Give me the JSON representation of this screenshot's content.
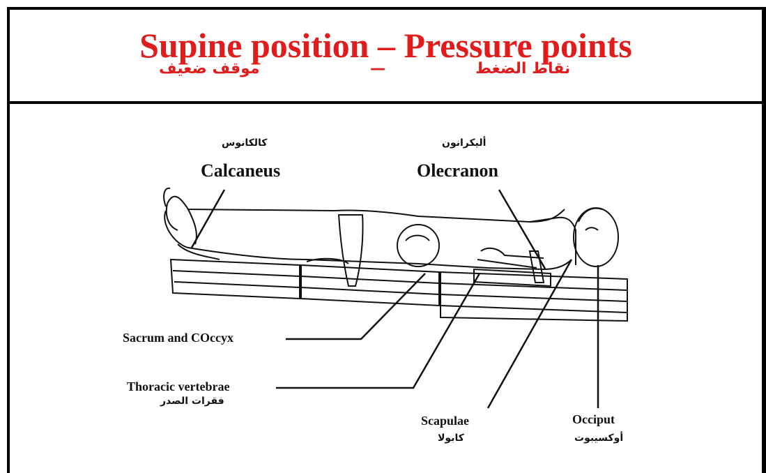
{
  "title": "Supine position – Pressure points",
  "subtitle_ar": {
    "left": "موقف ضعيف",
    "dash": "—",
    "right": "نقاط الضغط"
  },
  "labels": {
    "calcaneus": {
      "en": "Calcaneus",
      "ar": "كالكانوس"
    },
    "olecranon": {
      "en": "Olecranon",
      "ar": "أليكرانون"
    },
    "sacrum": {
      "en": "Sacrum and COccyx"
    },
    "thoracic": {
      "en": "Thoracic vertebrae",
      "ar": "فقرات الصدر"
    },
    "scapulae": {
      "en": "Scapulae",
      "ar": "كابولا"
    },
    "occiput": {
      "en": "Occiput",
      "ar": "أوكسيبوت"
    }
  },
  "colors": {
    "title": "#e01c1c",
    "lines": "#111111"
  }
}
